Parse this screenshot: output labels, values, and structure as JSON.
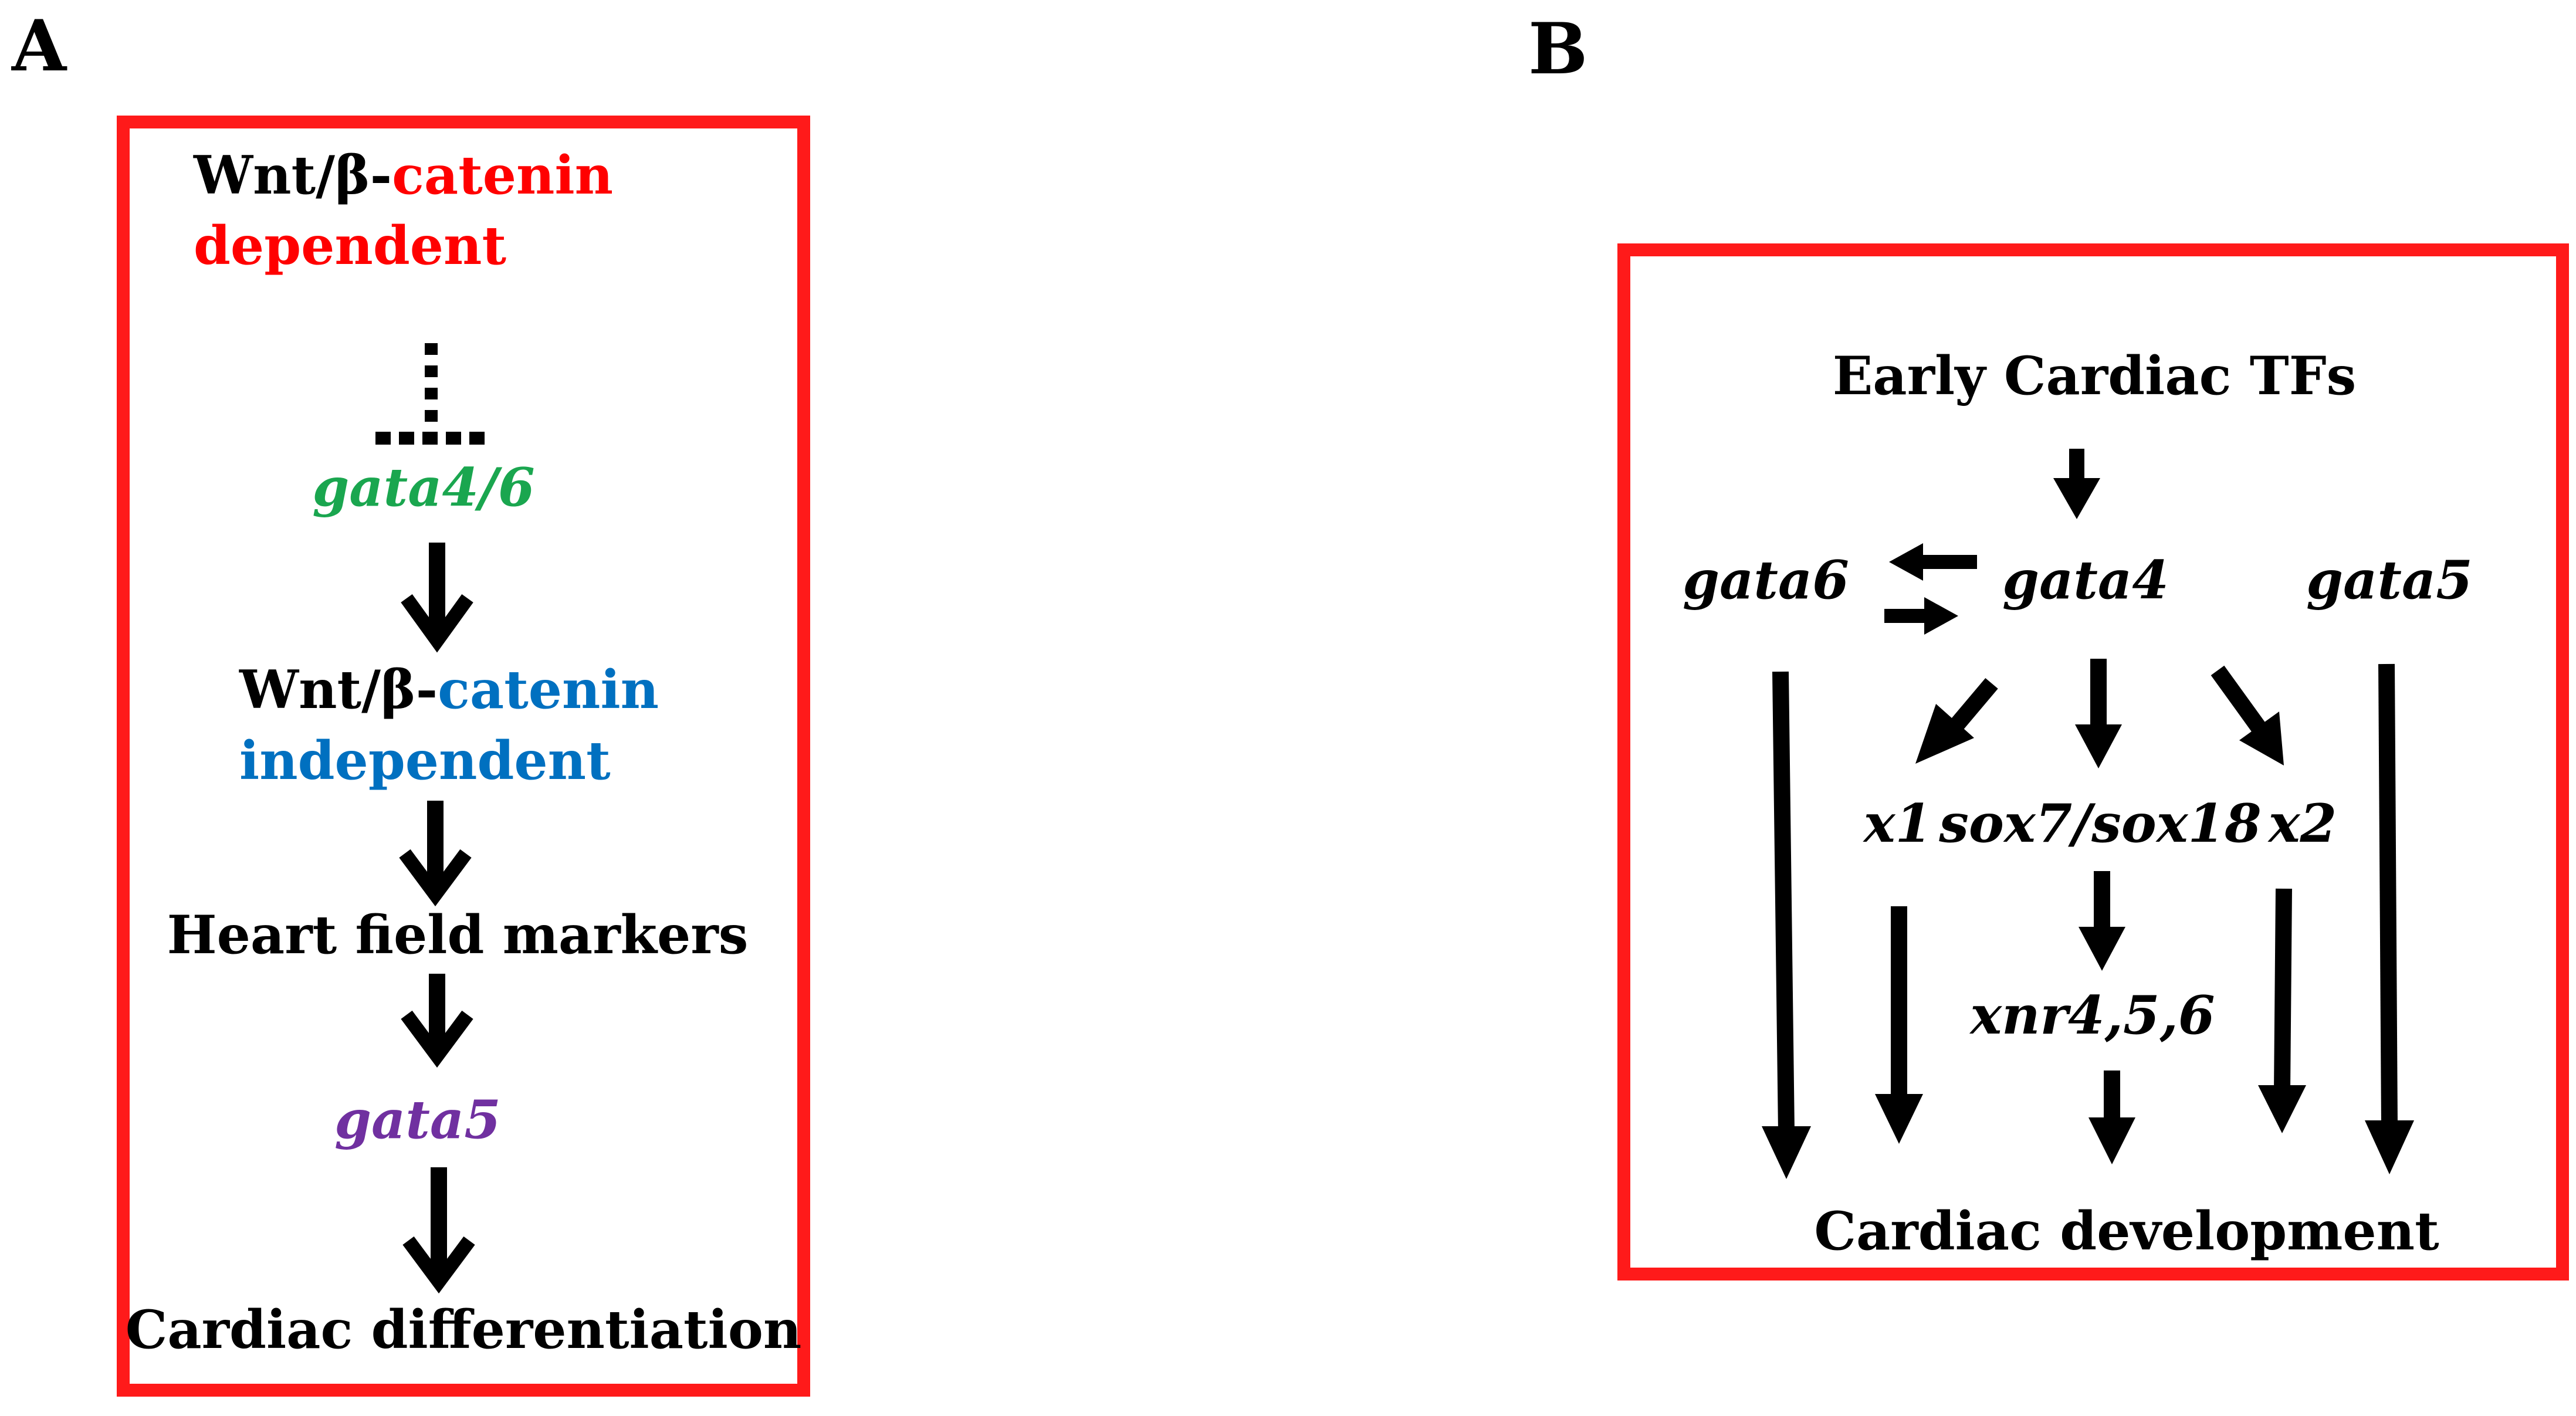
{
  "colors": {
    "frame": "#ff1a1a",
    "ink": "#000000",
    "red_text": "#ff0000",
    "green_text": "#1aa64f",
    "blue_text": "#0070c0",
    "purple_text": "#7030a0"
  },
  "panel_a": {
    "letter": "A",
    "wnt_dep_prefix": "Wnt/β-",
    "wnt_dep_catenin": "catenin",
    "wnt_dep_word": "dependent",
    "gata46": "gata4/6",
    "wnt_ind_prefix": "Wnt/β-",
    "wnt_ind_catenin": "catenin",
    "wnt_ind_word": "independent",
    "heart_field": "Heart field markers",
    "gata5": "gata5",
    "cardiac_diff": "Cardiac differentiation"
  },
  "panel_b": {
    "letter": "B",
    "early_tfs": "Early Cardiac TFs",
    "gata6": "gata6",
    "gata4": "gata4",
    "gata5": "gata5",
    "x1": "x1",
    "sox": "sox7/sox18",
    "x2": "x2",
    "xnr": "xnr4,5,6",
    "cardiac_dev": "Cardiac development"
  }
}
